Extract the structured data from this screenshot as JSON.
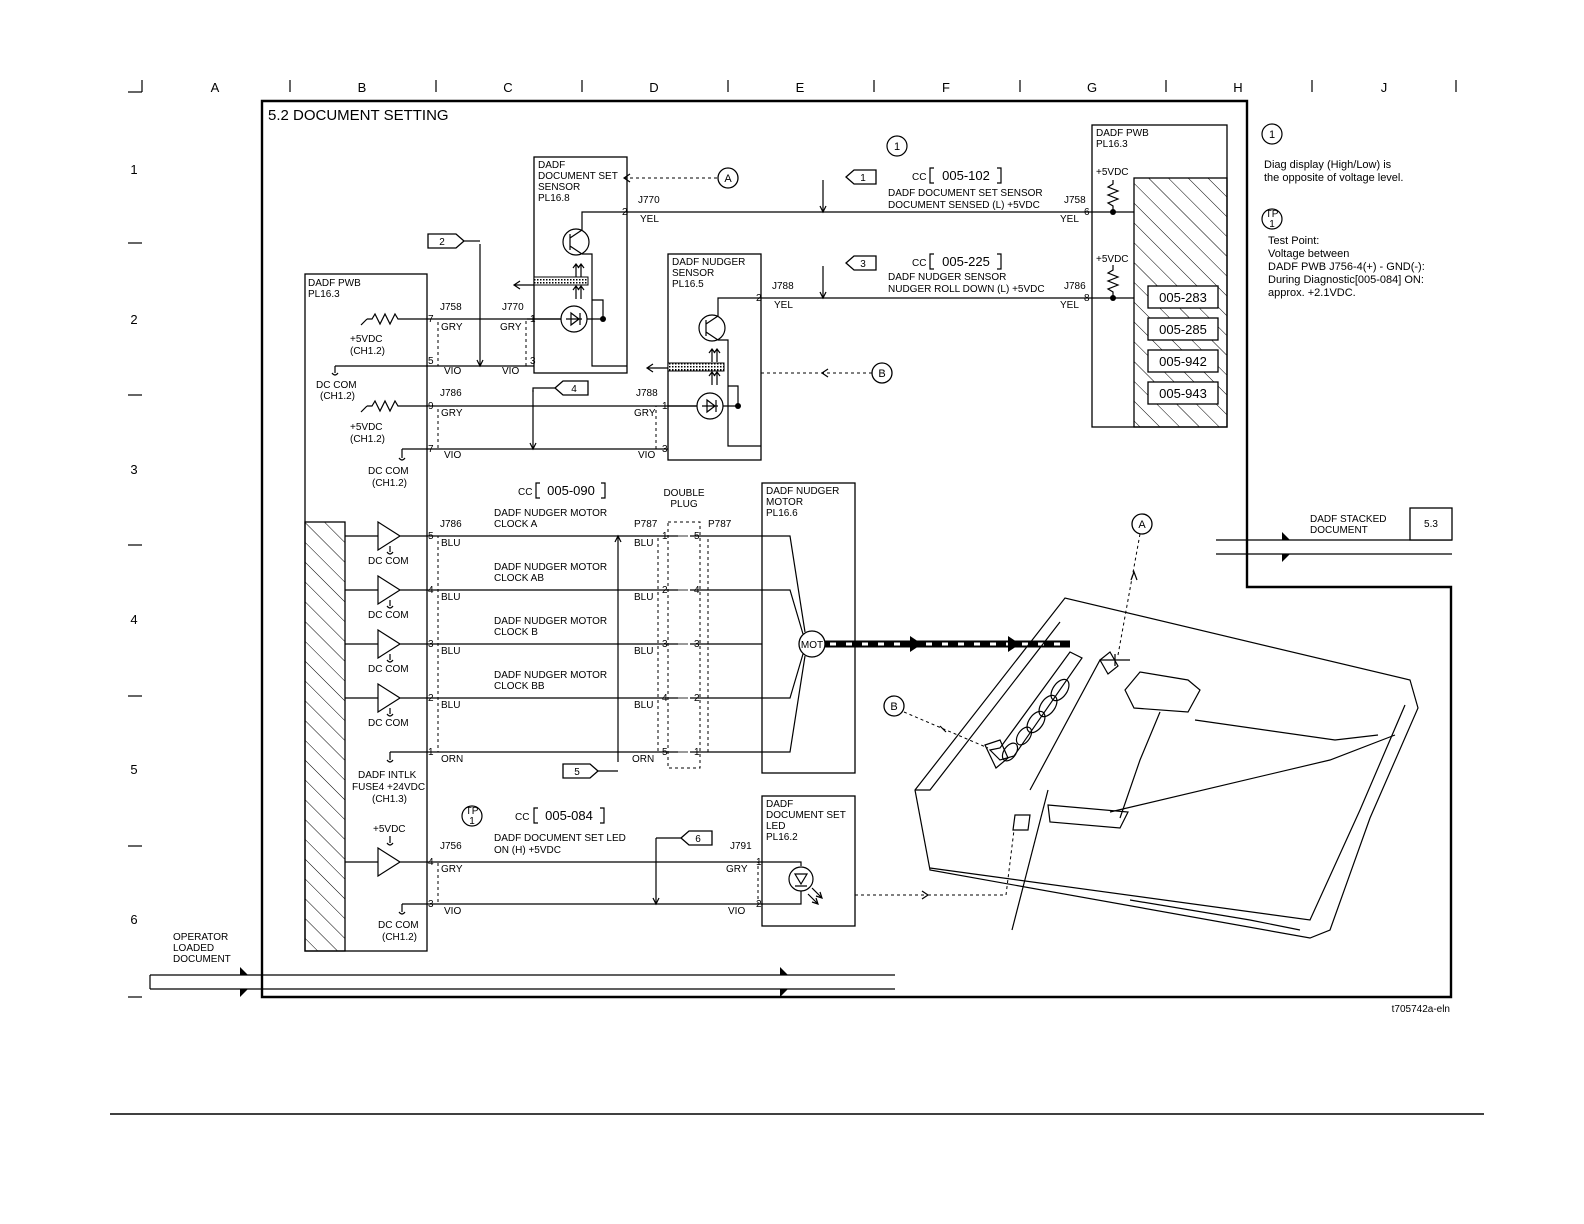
{
  "title": "5.2 DOCUMENT SETTING",
  "grid": {
    "columns": [
      "A",
      "B",
      "C",
      "D",
      "E",
      "F",
      "G",
      "H",
      "J"
    ],
    "rows": [
      "1",
      "2",
      "3",
      "4",
      "5",
      "6"
    ]
  },
  "notes": {
    "n1": {
      "symbol": "1",
      "line1": "Diag display (High/Low) is",
      "line2": "the opposite of voltage level."
    },
    "tp": {
      "symbol": "TP",
      "symbol_num": "1",
      "line1": "Test Point:",
      "line2": "Voltage between",
      "line3": "DADF PWB J756-4(+) - GND(-):",
      "line4": "During Diagnostic[005-084] ON:",
      "line5": "approx. +2.1VDC."
    }
  },
  "left_pwb": {
    "line1": "DADF PWB",
    "line2": "PL16.3"
  },
  "right_pwb": {
    "line1": "DADF PWB",
    "line2": "PL16.3",
    "vdc": "+5VDC"
  },
  "right_pwb_codes": [
    "005-283",
    "005-285",
    "005-942",
    "005-943"
  ],
  "doc_set_sensor": {
    "line1": "DADF",
    "line2": "DOCUMENT SET",
    "line3": "SENSOR",
    "line4": "PL16.8"
  },
  "nudger_sensor": {
    "line1": "DADF NUDGER",
    "line2": "SENSOR",
    "line3": "PL16.5"
  },
  "nudger_motor": {
    "line1": "DADF NUDGER",
    "line2": "MOTOR",
    "line3": "PL16.6",
    "mot": "MOT"
  },
  "doc_set_led": {
    "line1": "DADF",
    "line2": "DOCUMENT SET",
    "line3": "LED",
    "line4": "PL16.2"
  },
  "double_plug": {
    "line1": "DOUBLE",
    "line2": "PLUG"
  },
  "cc": {
    "label": "CC",
    "c1": {
      "code": "005-102",
      "line1": "DADF DOCUMENT SET SENSOR",
      "line2": "DOCUMENT SENSED (L) +5VDC"
    },
    "c2": {
      "code": "005-225",
      "line1": "DADF NUDGER SENSOR",
      "line2": "NUDGER ROLL DOWN (L) +5VDC"
    },
    "c3": {
      "code": "005-090"
    },
    "c4": {
      "code": "005-084",
      "line1": "DADF DOCUMENT SET LED",
      "line2": "ON (H) +5VDC"
    }
  },
  "motor_signals": [
    {
      "line1": "DADF NUDGER MOTOR",
      "line2": "CLOCK A"
    },
    {
      "line1": "DADF NUDGER MOTOR",
      "line2": "CLOCK AB"
    },
    {
      "line1": "DADF NUDGER MOTOR",
      "line2": "CLOCK B"
    },
    {
      "line1": "DADF NUDGER MOTOR",
      "line2": "CLOCK BB"
    }
  ],
  "connectors": {
    "j770": "J770",
    "j758": "J758",
    "j788": "J788",
    "j786": "J786",
    "p787": "P787",
    "j756": "J756",
    "j791": "J791"
  },
  "wires": {
    "yel": "YEL",
    "gry": "GRY",
    "vio": "VIO",
    "blu": "BLU",
    "orn": "ORN"
  },
  "pins": {
    "p1": "1",
    "p2": "2",
    "p3": "3",
    "p4": "4",
    "p5": "5",
    "p6": "6",
    "p7": "7",
    "p8": "8",
    "p9": "9"
  },
  "supply": {
    "vdc5": "+5VDC",
    "ch12": "(CH1.2)",
    "dccom": "DC COM",
    "intlk1": "DADF INTLK",
    "intlk2": "FUSE4 +24VDC",
    "ch13": "(CH1.3)"
  },
  "tags": [
    "1",
    "2",
    "3",
    "4",
    "5",
    "6"
  ],
  "refs": {
    "a": "A",
    "b": "B"
  },
  "flow": {
    "left": {
      "line1": "OPERATOR",
      "line2": "LOADED",
      "line3": "DOCUMENT"
    },
    "right": {
      "line1": "DADF STACKED",
      "line2": "DOCUMENT",
      "ref": "5.3"
    }
  },
  "figure_id": "t705742a-eln"
}
